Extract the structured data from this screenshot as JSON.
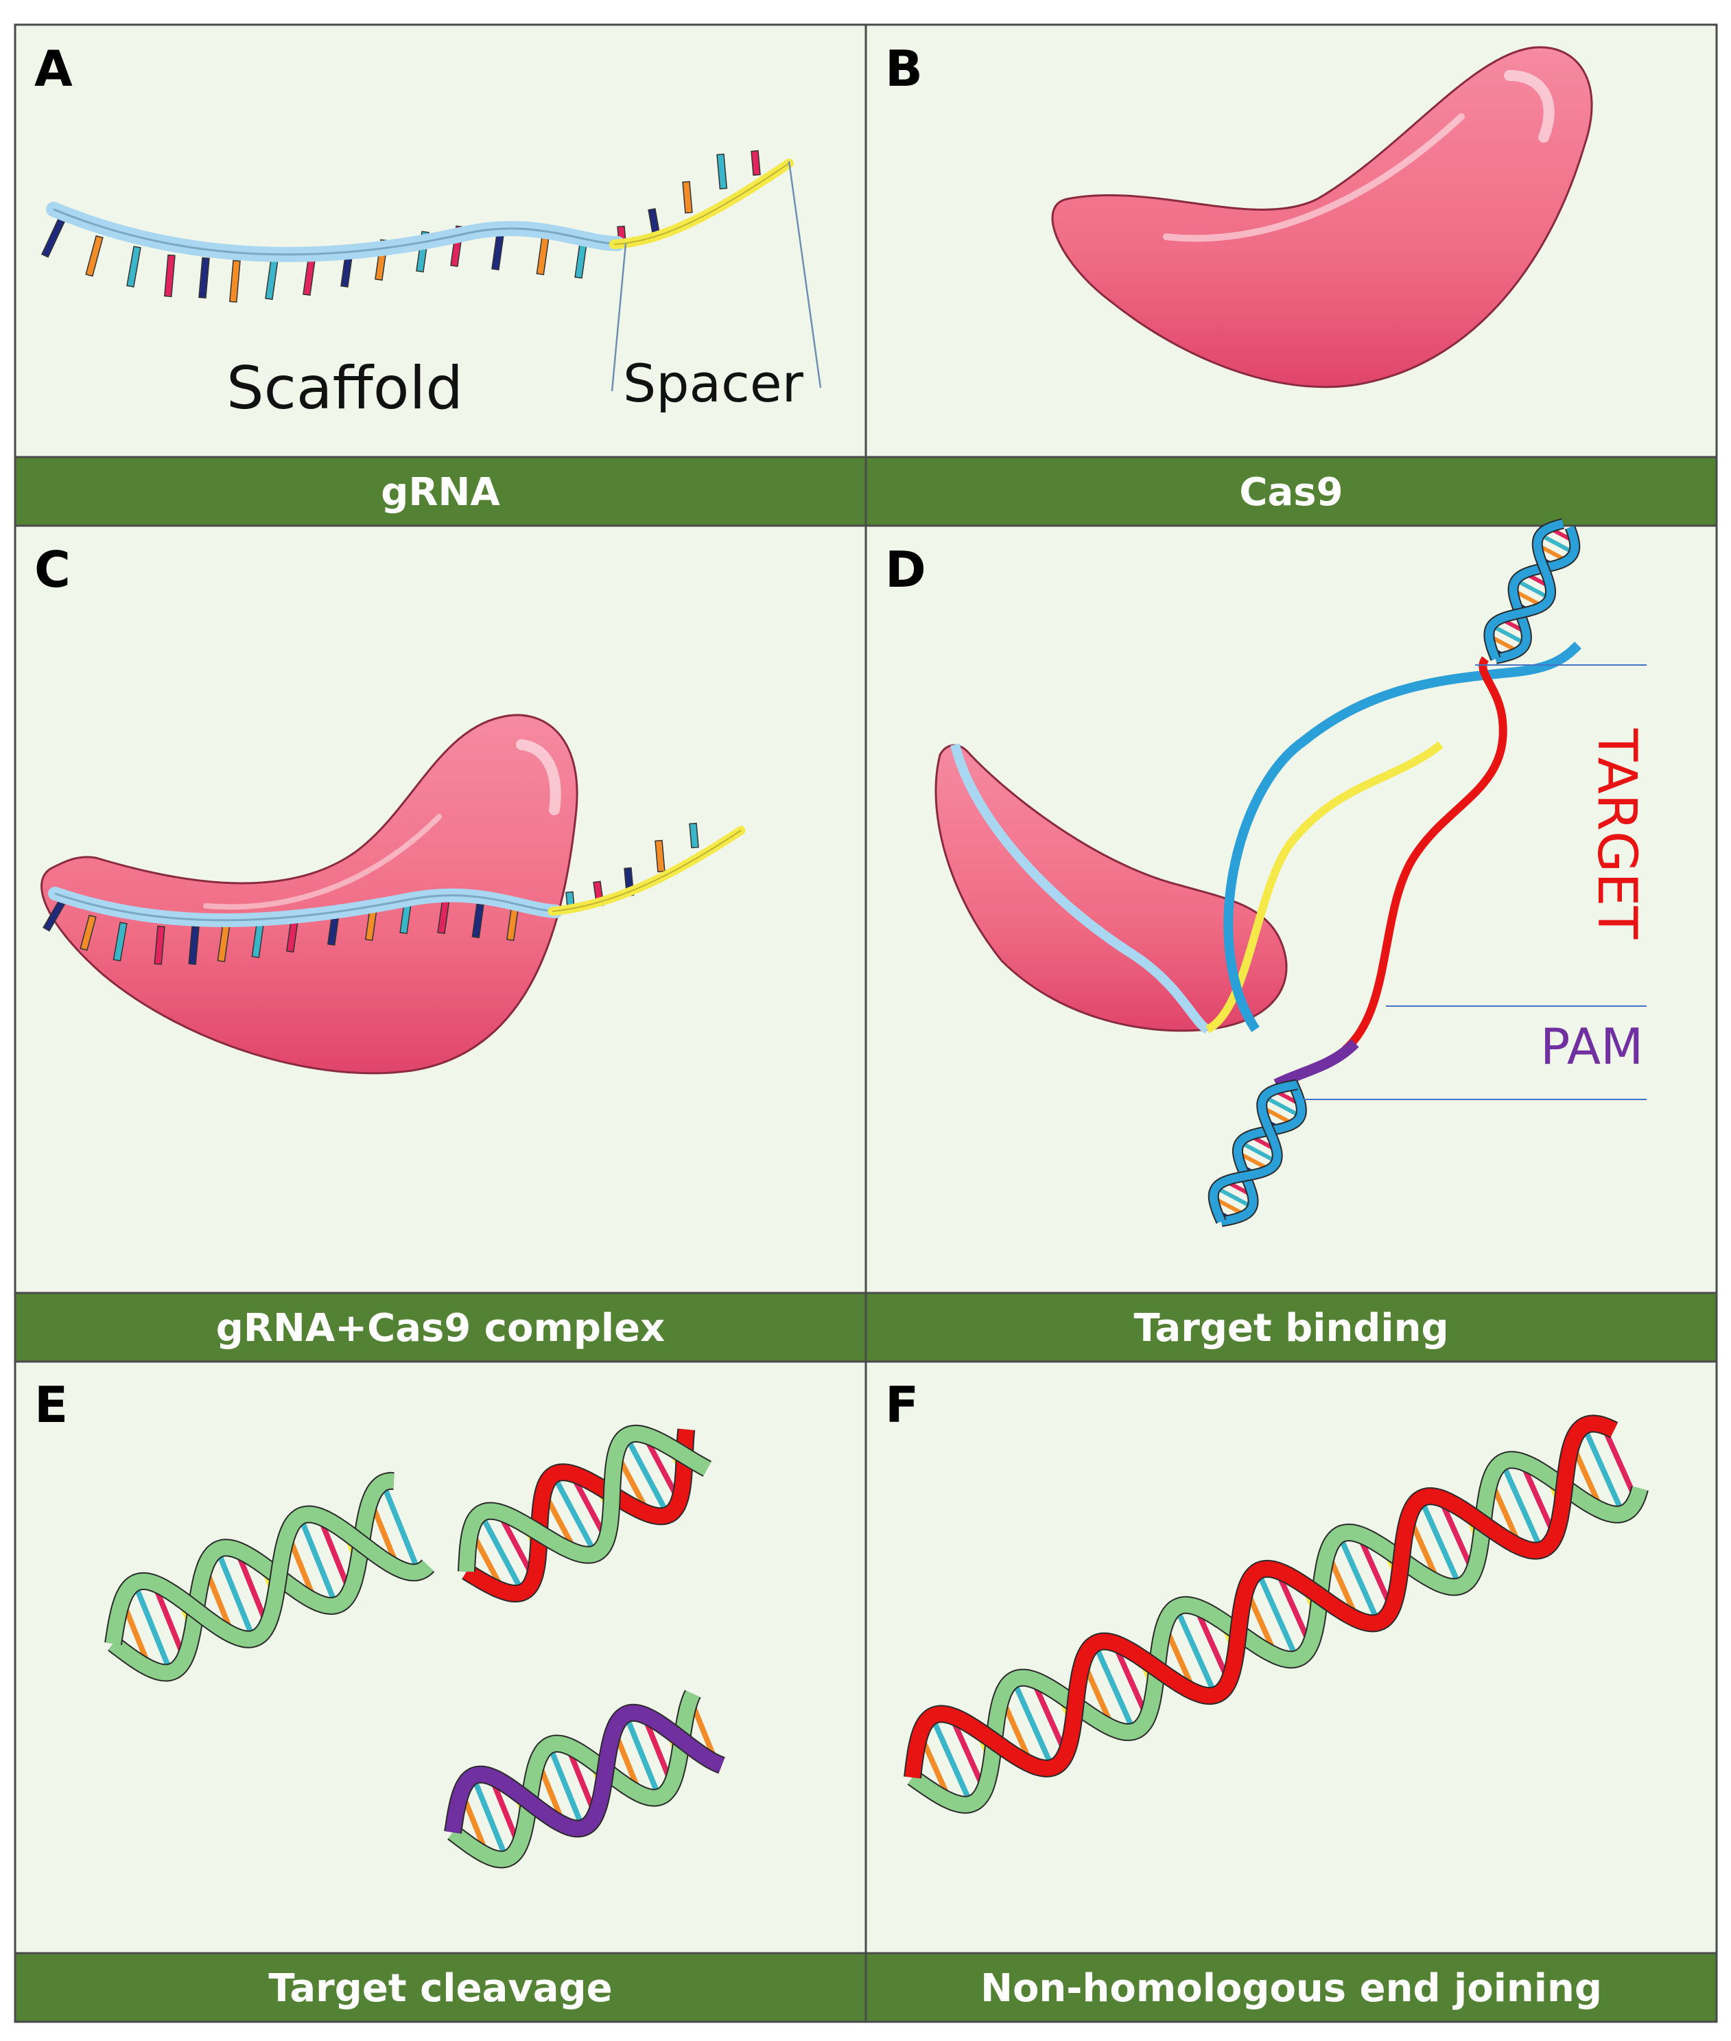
{
  "colors": {
    "panel_bg": "#f0f6ea",
    "caption_bar": "#548235",
    "border": "#4a4a4a",
    "cas9": "#f3758c",
    "cas9_dark": "#e44d6b",
    "scaffold": "#a9d6f0",
    "spacer": "#f5e94a",
    "dna_blue": "#2a9fd8",
    "dna_green": "#8bcf8a",
    "target_red": "#e81313",
    "pam_purple": "#7030a0"
  },
  "panels": [
    {
      "id": "A",
      "letter": "A",
      "caption": "gRNA"
    },
    {
      "id": "B",
      "letter": "B",
      "caption": "Cas9"
    },
    {
      "id": "C",
      "letter": "C",
      "caption": "gRNA+Cas9 complex"
    },
    {
      "id": "D",
      "letter": "D",
      "caption": "Target binding"
    },
    {
      "id": "E",
      "letter": "E",
      "caption": "Target cleavage"
    },
    {
      "id": "F",
      "letter": "F",
      "caption": "Non-homologous end joining"
    }
  ],
  "labels": {
    "scaffold": "Scaffold",
    "spacer": "Spacer",
    "target": "TARGET",
    "pam": "PAM"
  }
}
